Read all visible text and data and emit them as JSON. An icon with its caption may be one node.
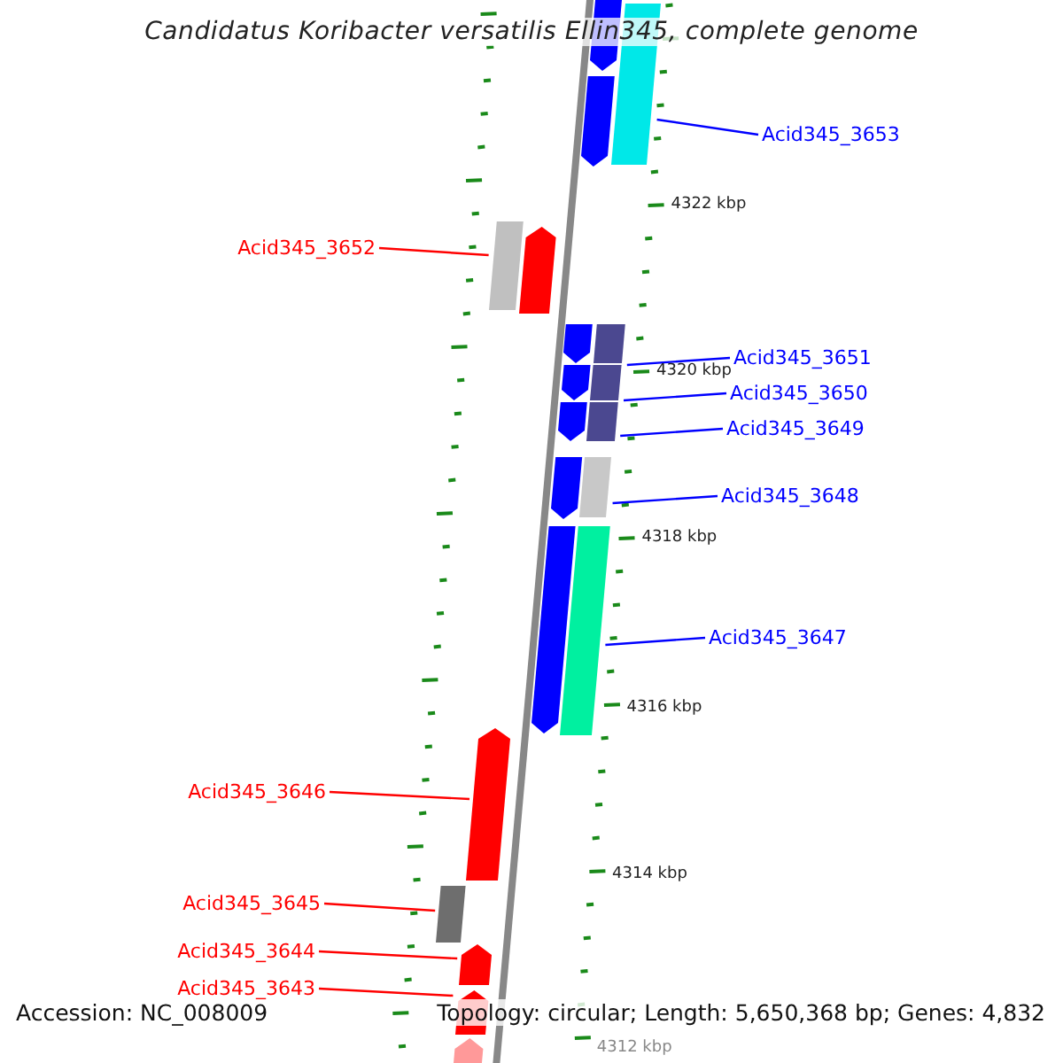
{
  "diagram": {
    "title": "Candidatus Koribacter versatilis Ellin345, complete genome",
    "nodes": [
      {
        "text": [
          "Acid345_3653"
        ]
      },
      {
        "text": [
          "Acid345_3652"
        ]
      },
      {
        "text": [
          "Acid345_3651"
        ]
      },
      {
        "text": [
          "Acid345_3650"
        ]
      },
      {
        "text": [
          "Acid345_3649"
        ]
      },
      {
        "text": [
          "Acid345_3648"
        ]
      },
      {
        "text": [
          "Acid345_3647"
        ]
      },
      {
        "text": [
          "Acid345_3646"
        ]
      },
      {
        "text": [
          "Acid345_3645"
        ]
      },
      {
        "text": [
          "Acid345_3644"
        ]
      },
      {
        "text": [
          "Acid345_3643"
        ]
      },
      {
        "text": [],
        "shape": "bar"
      },
      {
        "text": [],
        "shape": "bar"
      },
      {
        "text": [],
        "shape": "bar"
      },
      {
        "text": [],
        "shape": "bar"
      },
      {
        "text": [],
        "shape": "bar"
      },
      {
        "text": [],
        "shape": "bar"
      },
      {
        "text": [],
        "shape": "bar"
      },
      {
        "text": [],
        "shape": "bar"
      },
      {
        "text": [],
        "shape": "bar"
      },
      {
        "text": [],
        "shape": "bar"
      },
      {
        "text": [],
        "shape": "bar"
      },
      {
        "text": [],
        "shape": "bar"
      },
      {
        "text": [],
        "shape": "bar"
      },
      {
        "text": [],
        "shape": "bar"
      },
      {
        "text": [],
        "shape": "bar"
      },
      {
        "text": [],
        "shape": "bar"
      },
      {
        "text": [],
        "shape": "bar"
      },
      {
        "text": [],
        "shape": "bar"
      },
      {
        "text": [],
        "shape": "bar"
      },
      {
        "text": [],
        "shape": "bar"
      }
    ],
    "edges": [
      {
        "from": 0,
        "to": 11,
        "arrow": "none"
      },
      {
        "from": 1,
        "to": 12,
        "arrow": "none",
        "color": "#ff0000"
      },
      {
        "from": 2,
        "to": 13,
        "arrow": "none"
      },
      {
        "from": 3,
        "to": 14,
        "arrow": "none"
      },
      {
        "from": 4,
        "to": 15,
        "arrow": "none"
      },
      {
        "from": 5,
        "to": 16,
        "arrow": "none"
      },
      {
        "from": 6,
        "to": 17,
        "arrow": "none"
      },
      {
        "from": 7,
        "to": 18,
        "arrow": "none",
        "color": "#ff0000"
      },
      {
        "from": 8,
        "to": 19,
        "arrow": "none",
        "color": "#ff0000"
      },
      {
        "from": 9,
        "to": 20,
        "arrow": "none",
        "color": "#ff0000"
      },
      {
        "from": 10,
        "to": 21,
        "arrow": "none",
        "color": "#ff0000"
      }
    ],
    "labels": [
      "4322 kbp",
      "4320 kbp",
      "4318 kbp",
      "4316 kbp",
      "4314 kbp",
      "4312 kbp",
      "Accession: NC_008009",
      "Topology: circular; Length: 5,650,368 bp; Genes: 4,832"
    ]
  }
}
